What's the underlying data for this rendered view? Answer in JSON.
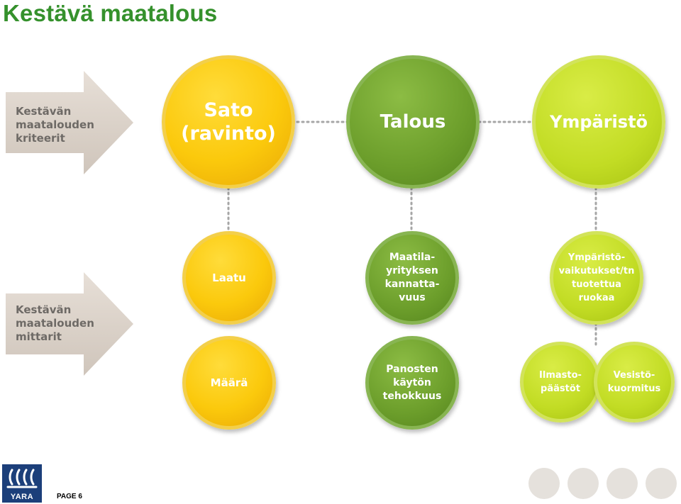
{
  "title": "Kestävä maatalous",
  "arrows": {
    "criteria": "Kestävän\nmaatalouden\nkriteerit",
    "metrics": "Kestävän\nmaatalouden\nmittarit"
  },
  "top_circles": {
    "sato": "Sato\n(ravinto)",
    "talous": "Talous",
    "ymparisto": "Ympäristö"
  },
  "sub_circles": {
    "laatu": "Laatu",
    "maara": "Määrä",
    "kannattavuus": "Maatila-\nyrityksen\nkannatta-\nvuus",
    "panosten": "Panosten\nkäytön\ntehokkuus",
    "vaikutukset": "Ympäristö-\nvaikutukset/tn\ntuotettua\nruokaa",
    "ilmasto": "Ilmasto-\npäästöt",
    "vesisto": "Vesistö-\nkuormitus"
  },
  "footer": {
    "page_label": "PAGE 6",
    "logo_text": "YARA"
  },
  "colors": {
    "title": "#35912c",
    "yellow": "#fbc90c",
    "green": "#6c9e2b",
    "lime": "#c2dc24",
    "arrow": "#dcd3ca"
  }
}
